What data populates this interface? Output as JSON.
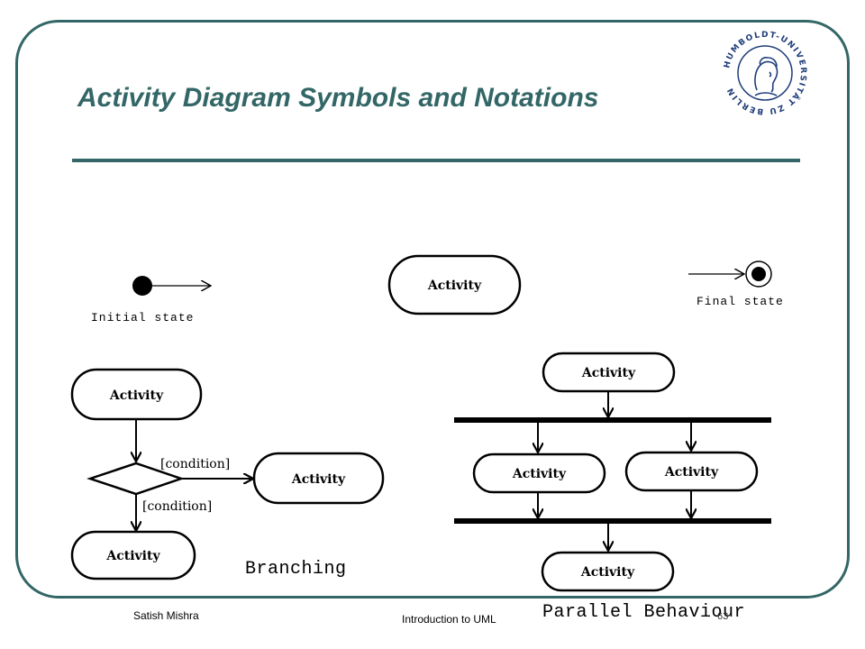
{
  "slide": {
    "title": "Activity  Diagram Symbols and Notations",
    "footer_author": "Satish Mishra",
    "footer_center": "Introduction to UML",
    "page_number": "63",
    "logo_text": "HUMBOLDT-UNIVERSITÄT ZU BERLIN"
  },
  "labels": {
    "initial_state": "Initial state",
    "final_state": "Final state",
    "branching": "Branching",
    "parallel": "Parallel Behaviour"
  },
  "nodes": {
    "activity": "Activity",
    "condition": "[condition]"
  },
  "colors": {
    "accent": "#336666"
  }
}
